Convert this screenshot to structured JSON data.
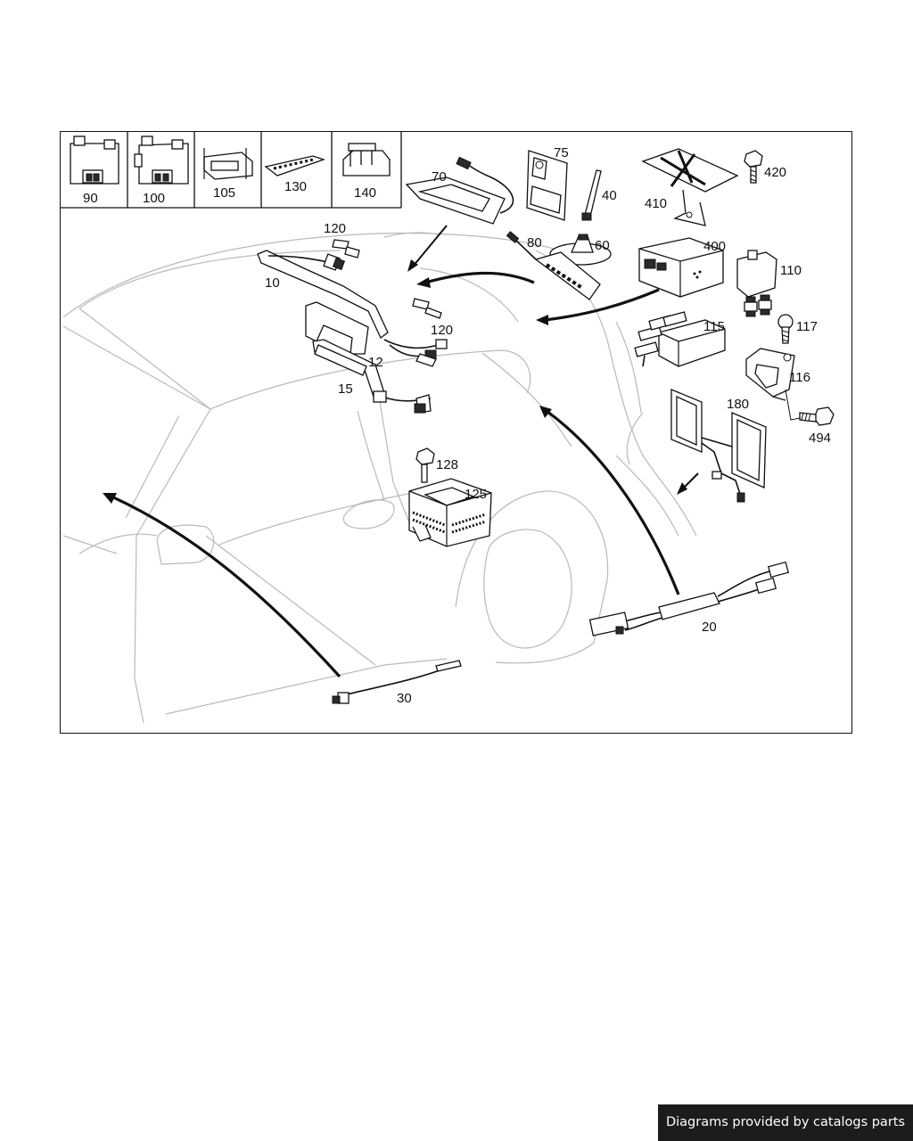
{
  "diagram": {
    "callouts": {
      "c90": "90",
      "c100": "100",
      "c105": "105",
      "c130": "130",
      "c140": "140",
      "c70": "70",
      "c75": "75",
      "c40": "40",
      "c60": "60",
      "c80": "80",
      "c410": "410",
      "c420": "420",
      "c400": "400",
      "c110": "110",
      "c117": "117",
      "c115": "115",
      "c116": "116",
      "c494": "494",
      "c180": "180",
      "c120a": "120",
      "c120b": "120",
      "c10": "10",
      "c12": "12",
      "c15": "15",
      "c128": "128",
      "c125": "125",
      "c20": "20",
      "c30": "30"
    }
  },
  "footer": {
    "watermark": "Diagrams provided by catalogs parts"
  },
  "colors": {
    "line": "#111111",
    "car_outline": "#b9b9b9",
    "watermark_bg": "#1c1c1c",
    "watermark_text": "#ffffff"
  }
}
